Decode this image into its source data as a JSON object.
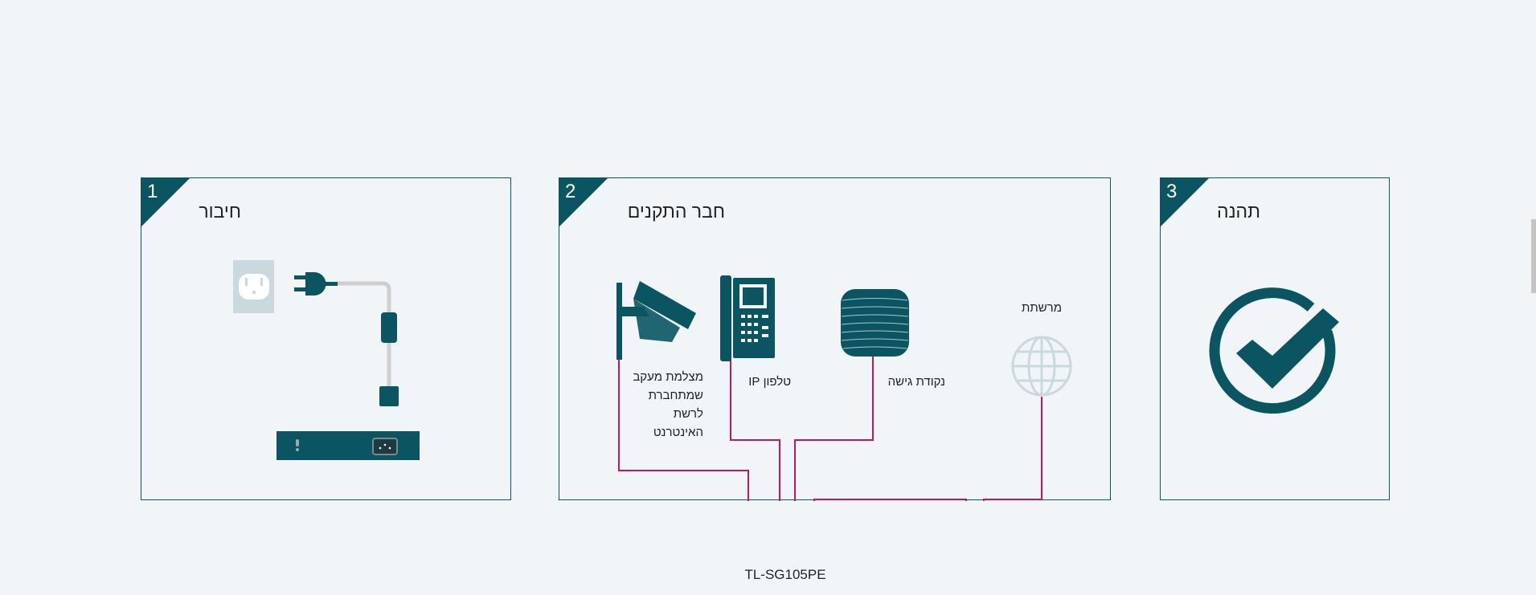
{
  "steps": [
    {
      "number": "1",
      "title": "חיבור"
    },
    {
      "number": "2",
      "title": "חבר התקנים",
      "labels": {
        "camera": [
          "מצלמת מעקב",
          "שמתחברת",
          "לרשת",
          "האינטרנט"
        ],
        "phone": "טלפון IP",
        "access_point": "נקודת גישה",
        "internet": "מרשתת",
        "switch_model": "TL-SG105PE"
      }
    },
    {
      "number": "3",
      "title": "תהנה"
    }
  ],
  "colors": {
    "brand": "#0b5563",
    "cable": "#c2185b",
    "light": "#c9d9dd",
    "background": "#f2f5f7"
  }
}
